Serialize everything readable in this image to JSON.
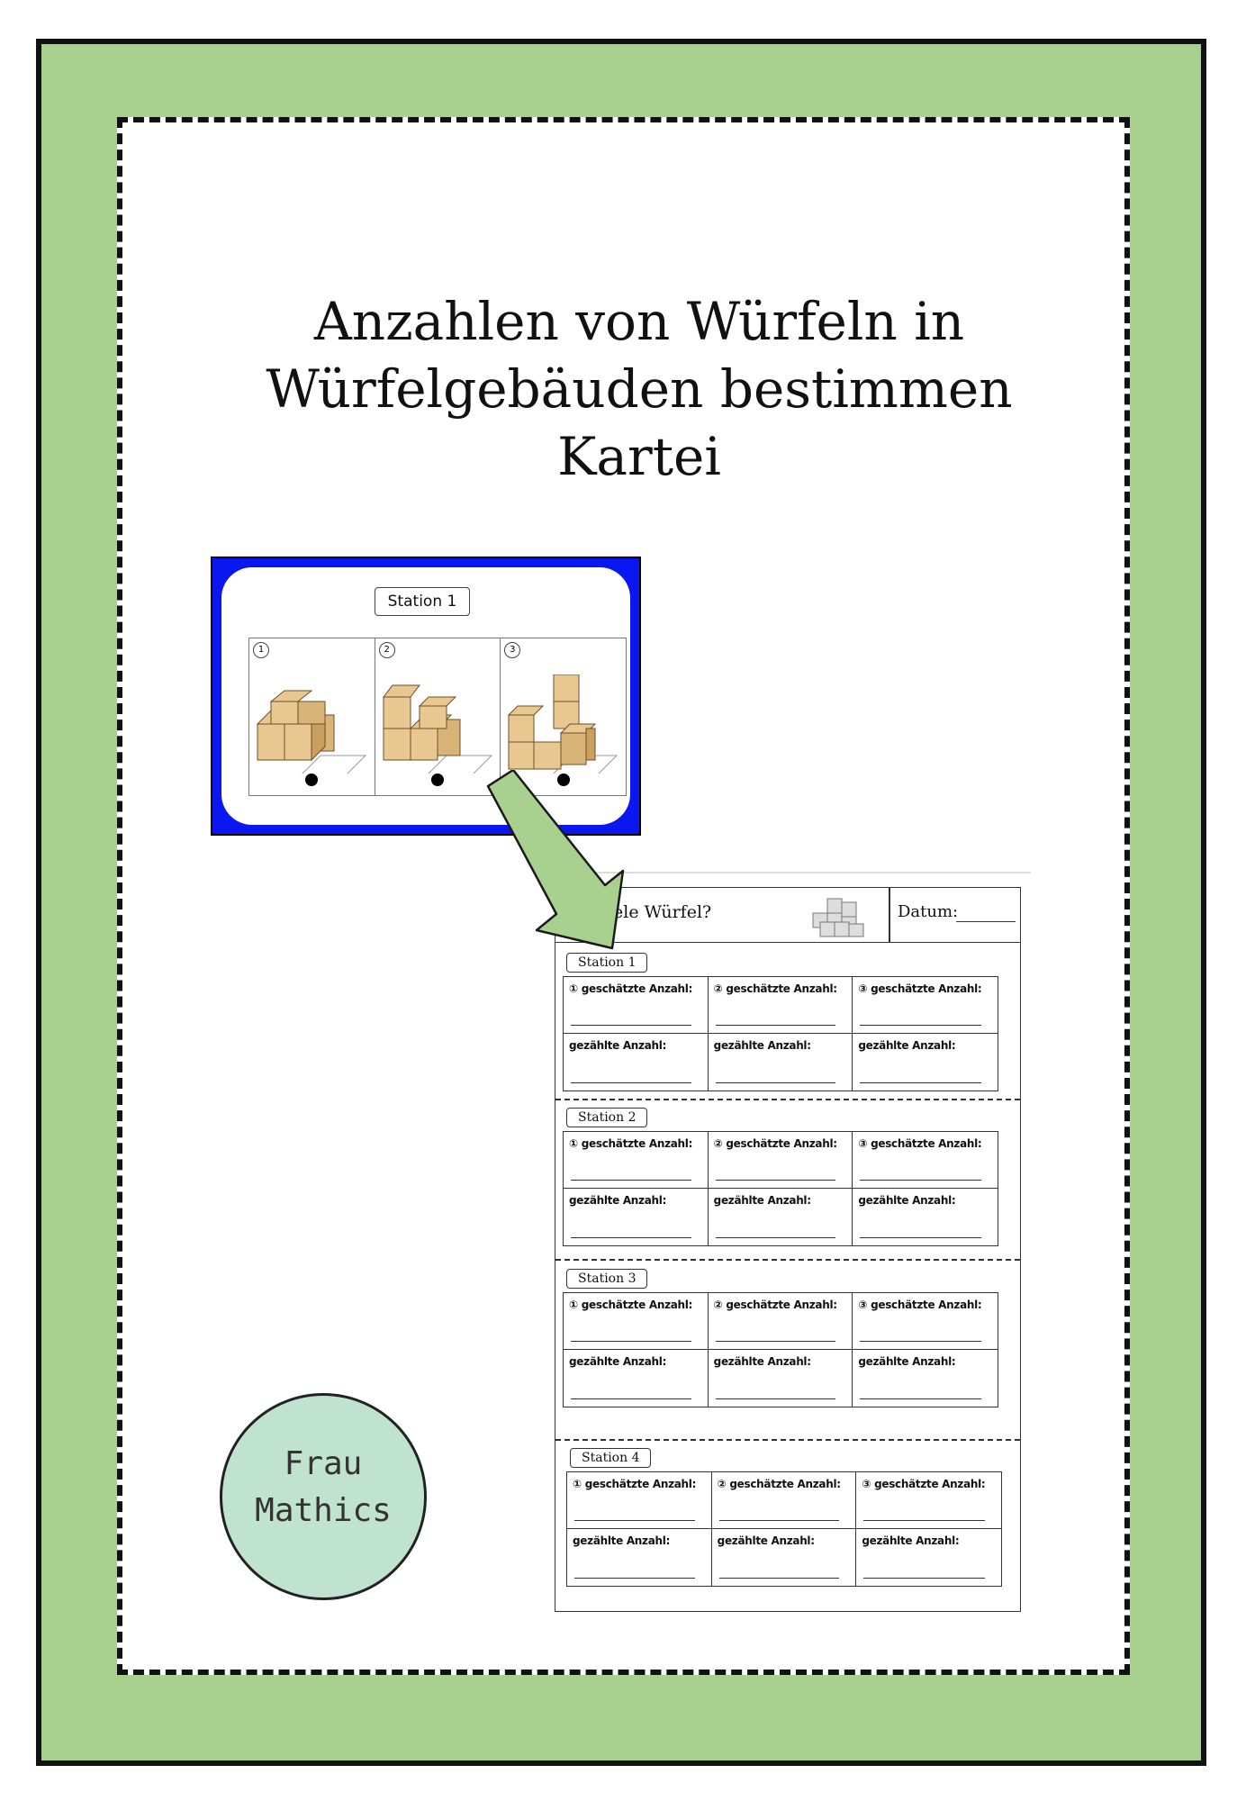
{
  "cover": {
    "title_line1": "Anzahlen von Würfeln in",
    "title_line2": "Würfelgebäuden bestimmen",
    "title_line3": "Kartei"
  },
  "card": {
    "label": "Station 1",
    "items": [
      "1",
      "2",
      "3"
    ]
  },
  "worksheet": {
    "title": "…ele Würfel?",
    "date_label": "Datum:",
    "stations": [
      {
        "label": "Station 1"
      },
      {
        "label": "Station 2"
      },
      {
        "label": "Station 3"
      },
      {
        "label": "Station 4"
      }
    ],
    "estimated": [
      "① geschätzte Anzahl:",
      "② geschätzte Anzahl:",
      "③ geschätzte Anzahl:"
    ],
    "counted": "gezählte Anzahl:"
  },
  "logo": {
    "line1": "Frau",
    "line2": "Mathics"
  },
  "colors": {
    "frame": "#a8d18f",
    "card_border": "#0a17f0",
    "logo": "#bfe3cf",
    "arrow": "#a8d18f"
  }
}
